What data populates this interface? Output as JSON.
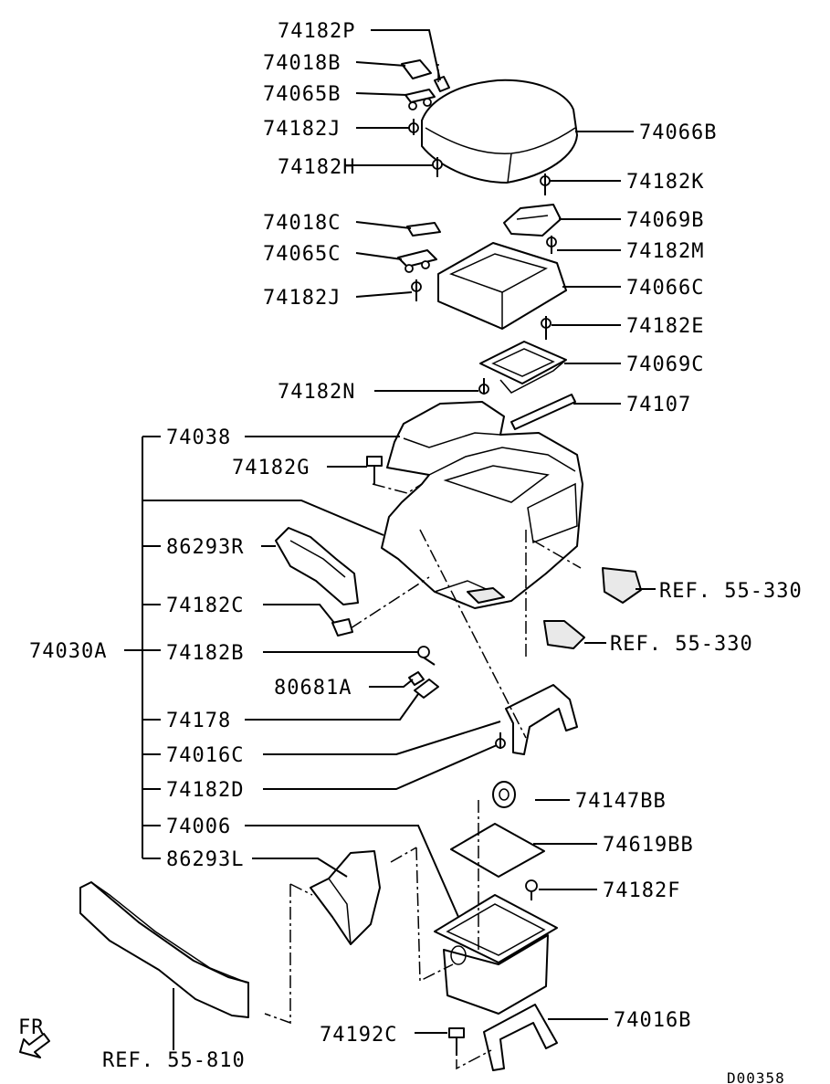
{
  "diagram": {
    "drawing_code": "D00358",
    "orientation_label": "FR",
    "group_label": "74030A",
    "parts": {
      "p74182P": "74182P",
      "p74018B": "74018B",
      "p74065B": "74065B",
      "p74182J_top": "74182J",
      "p74066B": "74066B",
      "p74182H": "74182H",
      "p74182K": "74182K",
      "p74018C": "74018C",
      "p74069B": "74069B",
      "p74065C": "74065C",
      "p74182M": "74182M",
      "p74182J_mid": "74182J",
      "p74066C": "74066C",
      "p74182E": "74182E",
      "p74069C": "74069C",
      "p74182N": "74182N",
      "p74107": "74107",
      "p74038": "74038",
      "p74182G": "74182G",
      "p86293R": "86293R",
      "ref_55_330_a": "REF. 55-330",
      "p74182C": "74182C",
      "ref_55_330_b": "REF. 55-330",
      "p74182B": "74182B",
      "p80681A": "80681A",
      "p74178": "74178",
      "p74016C": "74016C",
      "p74182D": "74182D",
      "p74147BB": "74147BB",
      "p74006": "74006",
      "p74619BB": "74619BB",
      "p86293L": "86293L",
      "p74182F": "74182F",
      "p74016B": "74016B",
      "p74192C": "74192C",
      "ref_55_810": "REF. 55-810"
    }
  }
}
